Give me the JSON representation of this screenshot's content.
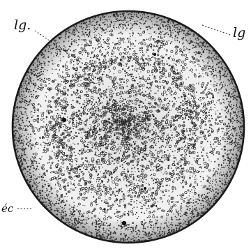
{
  "figure": {
    "labels": {
      "lg_left": "lg.",
      "lg_right": "lg",
      "ec": "éc"
    },
    "colors": {
      "background": "#ffffff",
      "outline": "#1a1a1a",
      "dots": "#2b2b2b"
    }
  }
}
